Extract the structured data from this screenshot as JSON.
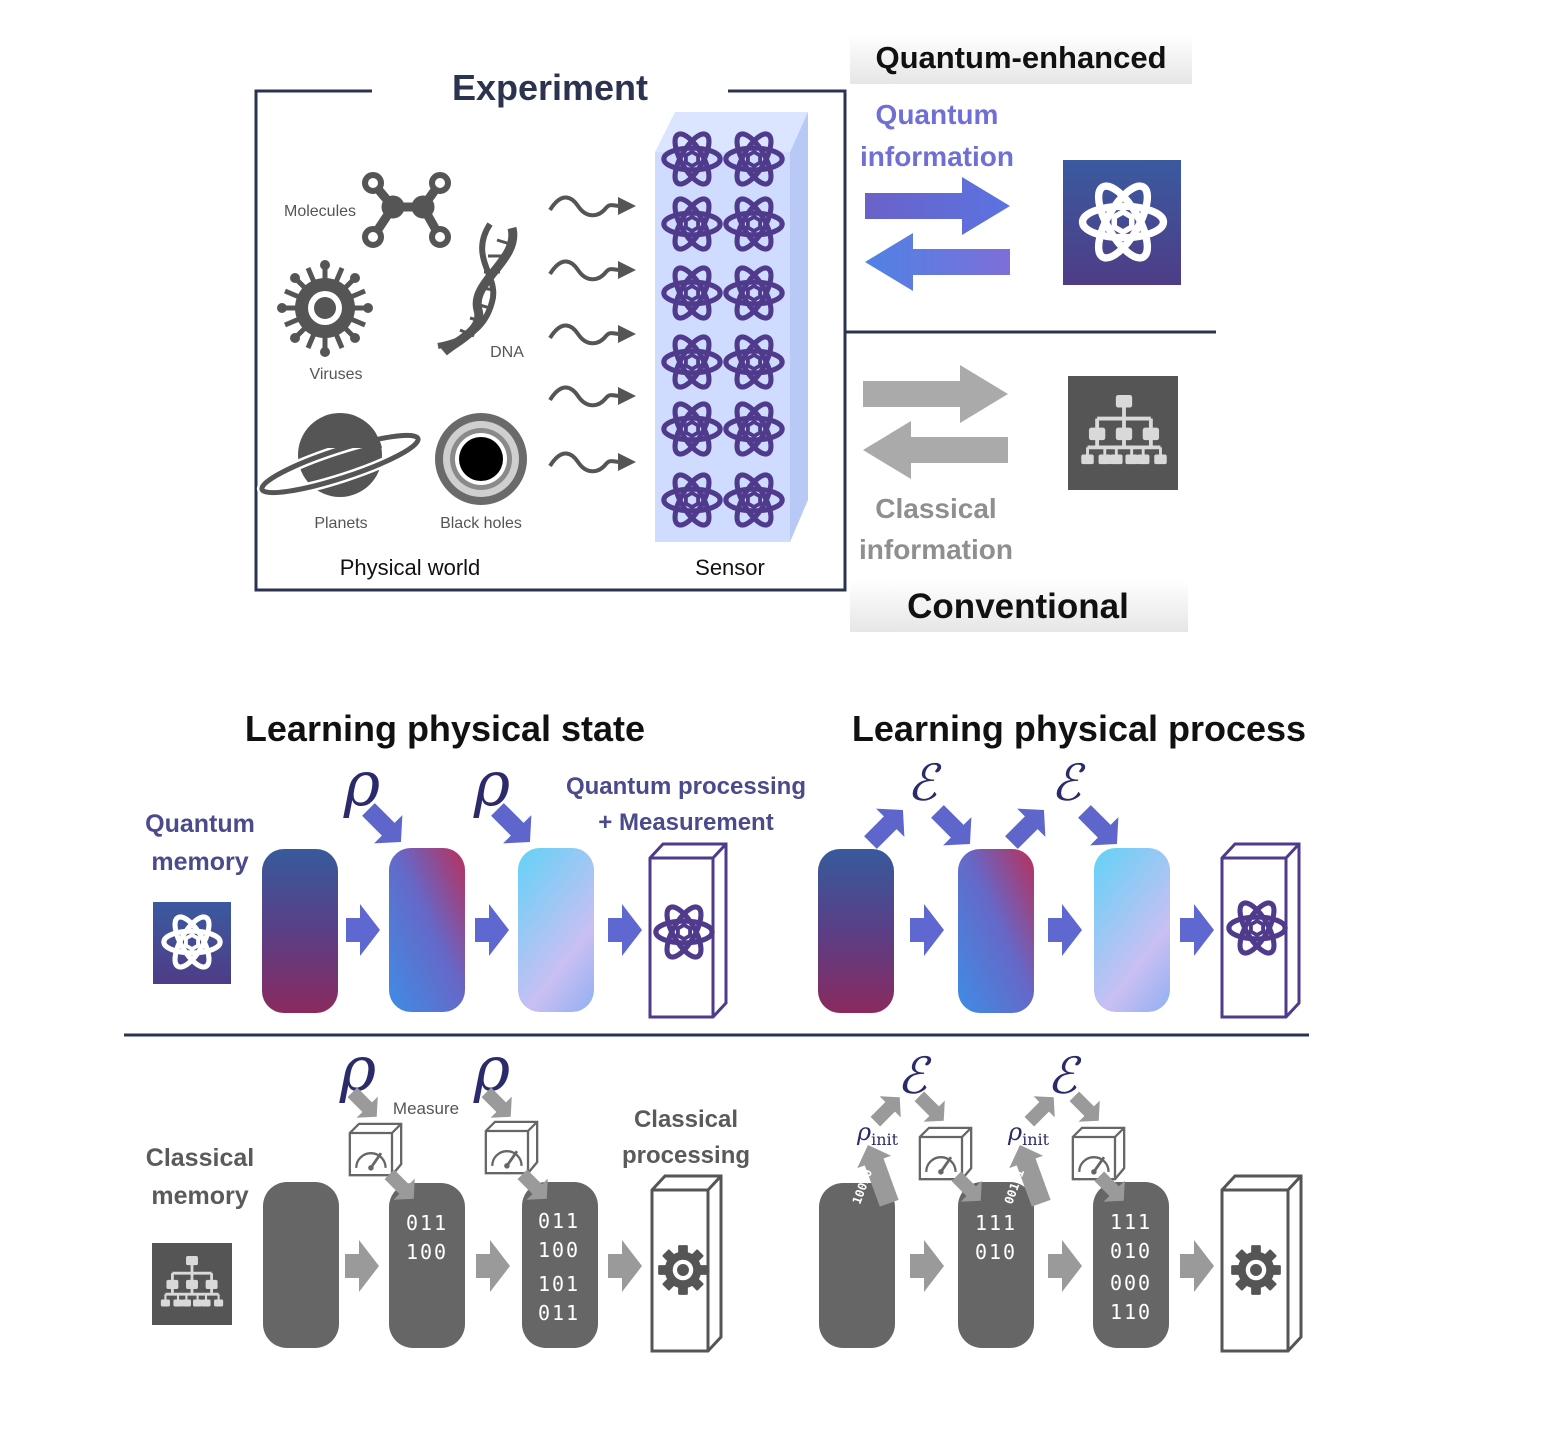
{
  "colors": {
    "navy": "#2b3350",
    "quantum_purple": "#6f6fd6",
    "atom_purple": "#4f3a8c",
    "gray_dark": "#5a5a5a",
    "gray_mid": "#8f8f8f",
    "gray_light": "#aaaaaa",
    "sensor_fill": "#cfdcff"
  },
  "experiment": {
    "title": "Experiment",
    "physical_world_label": "Physical world",
    "sensor_label": "Sensor",
    "items": {
      "molecules": "Molecules",
      "viruses": "Viruses",
      "dna": "DNA",
      "planets": "Planets",
      "black_holes": "Black holes"
    }
  },
  "right_panel": {
    "quantum_header": "Quantum-enhanced",
    "quantum_info_line1": "Quantum",
    "quantum_info_line2": "information",
    "classical_info_line1": "Classical",
    "classical_info_line2": "information",
    "conventional_header": "Conventional"
  },
  "bottom": {
    "state_title": "Learning physical state",
    "process_title": "Learning physical process",
    "quantum_memory_line1": "Quantum",
    "quantum_memory_line2": "memory",
    "classical_memory_line1": "Classical",
    "classical_memory_line2": "memory",
    "quantum_processing_line1": "Quantum processing",
    "quantum_processing_line2": "+ Measurement",
    "classical_processing_line1": "Classical",
    "classical_processing_line2": "processing",
    "measure_label": "Measure",
    "rho": "ρ",
    "channel": "ℰ",
    "rho_init_base": "ρ",
    "rho_init_sub": "init",
    "bits_state_1": [
      "011",
      "100"
    ],
    "bits_state_2": [
      "011",
      "100",
      "101",
      "011"
    ],
    "bits_process_1": [
      "111",
      "010"
    ],
    "bits_process_2": [
      "111",
      "010",
      "000",
      "110"
    ],
    "input_bits_1": "10010",
    "input_bits_2": "00101"
  },
  "icons": [
    "atom-icon",
    "network-icon",
    "gear-icon",
    "meter-icon",
    "molecule-icon",
    "virus-icon",
    "dna-icon",
    "planet-icon",
    "black-hole-icon",
    "wave-icon"
  ]
}
